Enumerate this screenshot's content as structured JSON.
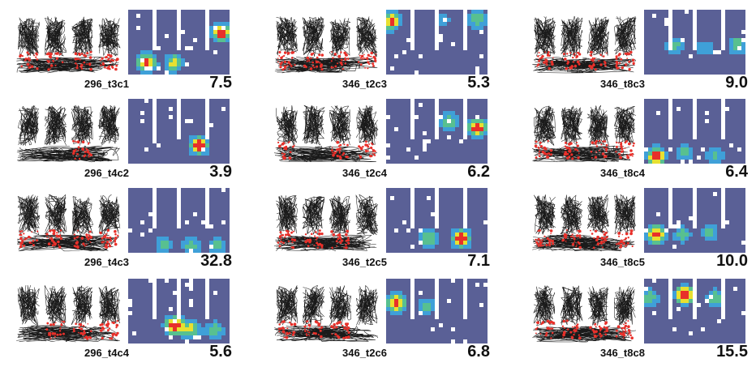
{
  "colors": {
    "trajectory": "#1a1a1a",
    "spikes": "#e8302a",
    "map_background": "#5a6096",
    "map_hole": "#ffffff",
    "heat": [
      "#5a6096",
      "#3fa0d8",
      "#58c090",
      "#e8e030",
      "#e8302a"
    ]
  },
  "panels": [
    {
      "name": "296_t3c1",
      "rate": "7.5",
      "fields": [
        [
          0.18,
          0.82,
          1.0
        ],
        [
          0.45,
          0.82,
          0.7
        ],
        [
          0.92,
          0.35,
          1.0
        ]
      ],
      "spike_wells": [
        0,
        1,
        2,
        3
      ]
    },
    {
      "name": "296_t4c2",
      "rate": "3.9",
      "fields": [
        [
          0.7,
          0.72,
          1.0
        ]
      ],
      "spike_wells": [
        2
      ]
    },
    {
      "name": "296_t4c3",
      "rate": "32.8",
      "fields": [
        [
          0.35,
          0.88,
          0.5
        ],
        [
          0.62,
          0.9,
          0.55
        ],
        [
          0.88,
          0.9,
          0.5
        ]
      ],
      "spike_wells": [
        0,
        1,
        2,
        3
      ]
    },
    {
      "name": "296_t4c4",
      "rate": "5.6",
      "fields": [
        [
          0.45,
          0.72,
          1.0
        ],
        [
          0.62,
          0.78,
          0.7
        ],
        [
          0.85,
          0.8,
          0.6
        ]
      ],
      "spike_wells": [
        1,
        2,
        3
      ]
    },
    {
      "name": "346_t2c3",
      "rate": "5.3",
      "fields": [
        [
          0.05,
          0.18,
          0.9
        ],
        [
          0.55,
          0.15,
          0.4
        ],
        [
          0.9,
          0.15,
          0.6
        ]
      ],
      "spike_wells": [
        0,
        1,
        2,
        3
      ]
    },
    {
      "name": "346_t2c4",
      "rate": "6.2",
      "fields": [
        [
          0.62,
          0.35,
          0.6
        ],
        [
          0.9,
          0.45,
          1.0
        ]
      ],
      "spike_wells": [
        0,
        2,
        3
      ]
    },
    {
      "name": "346_t2c5",
      "rate": "7.1",
      "fields": [
        [
          0.42,
          0.78,
          0.6
        ],
        [
          0.74,
          0.78,
          1.0
        ]
      ],
      "spike_wells": [
        0,
        1,
        2
      ]
    },
    {
      "name": "346_t2c6",
      "rate": "6.8",
      "fields": [
        [
          0.1,
          0.38,
          1.0
        ],
        [
          0.4,
          0.42,
          0.5
        ]
      ],
      "spike_wells": [
        0,
        1,
        2
      ]
    },
    {
      "name": "346_t8c3",
      "rate": "9.0",
      "fields": [
        [
          0.3,
          0.55,
          0.5
        ],
        [
          0.6,
          0.6,
          0.4
        ],
        [
          0.92,
          0.55,
          0.6
        ]
      ],
      "spike_wells": [
        0,
        1,
        2,
        3
      ]
    },
    {
      "name": "346_t8c4",
      "rate": "6.4",
      "fields": [
        [
          0.12,
          0.88,
          1.0
        ],
        [
          0.4,
          0.82,
          0.5
        ],
        [
          0.7,
          0.88,
          0.5
        ]
      ],
      "spike_wells": [
        0,
        1,
        2,
        3
      ]
    },
    {
      "name": "346_t8c5",
      "rate": "10.0",
      "fields": [
        [
          0.12,
          0.72,
          1.0
        ],
        [
          0.38,
          0.72,
          0.5
        ],
        [
          0.65,
          0.7,
          0.5
        ]
      ],
      "spike_wells": [
        0,
        1,
        2,
        3
      ]
    },
    {
      "name": "346_t8c8",
      "rate": "15.5",
      "fields": [
        [
          0.05,
          0.3,
          0.6
        ],
        [
          0.4,
          0.25,
          1.0
        ],
        [
          0.7,
          0.3,
          0.6
        ]
      ],
      "spike_wells": [
        0,
        1,
        2,
        3
      ]
    }
  ]
}
